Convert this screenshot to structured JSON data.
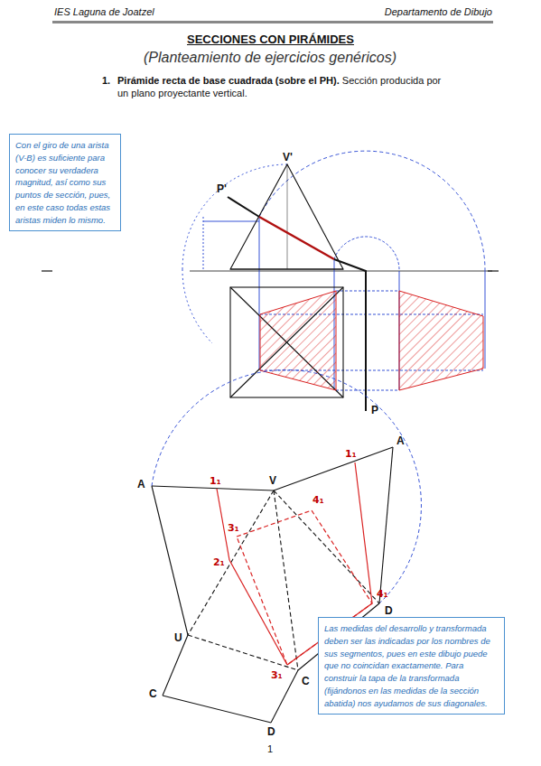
{
  "diagram": {
    "title": "SECCIONES CON PIRÁMIDES",
    "nodes": [
      {
        "text": [
          "Con el giro de una arista (V-B) es suficiente para conocer su verdadera magnitud, así como sus puntos de sección, pues, en este caso todas estas aristas miden lo mismo."
        ]
      },
      {
        "text": [
          "Las medidas del desarrollo y transformada deben ser las indicadas por los nombres de sus segmentos, pues en este dibujo puede que no coincidan exactamente. Para construir la tapa de la transformada (fijándonos en las medidas de la sección abatida) nos ayudamos de sus diagonales."
        ]
      }
    ],
    "labels": [
      "IES Laguna de Joatzel",
      "Departamento de Dibujo",
      "(Planteamiento de ejercicios genéricos)",
      "1.",
      "Pirámide recta de base cuadrada (sobre el PH).",
      "Sección producida por un plano proyectante vertical.",
      "V'",
      "P'",
      "P",
      "A",
      "1₁",
      "V",
      "A",
      "1₁",
      "4₁",
      "3₁",
      "2₁",
      "4₁",
      "3₁",
      "U",
      "C",
      "D",
      "C",
      "D",
      "1"
    ]
  }
}
